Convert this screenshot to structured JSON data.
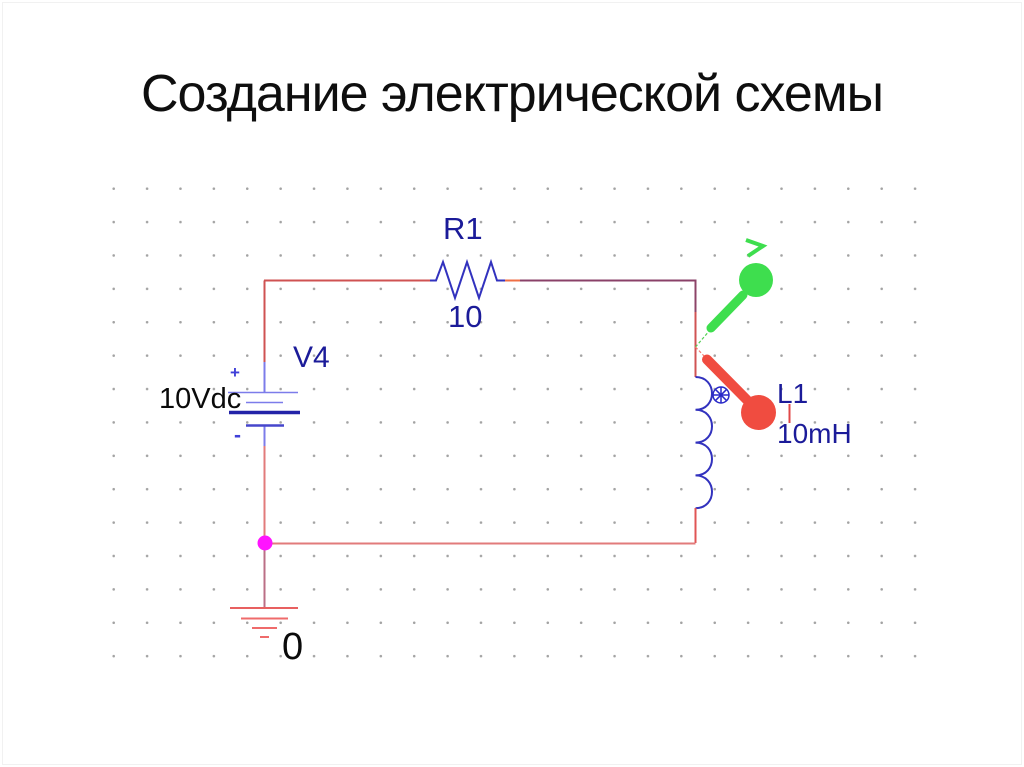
{
  "slide": {
    "title": "Создание электрической схемы"
  },
  "schematic": {
    "resistor": {
      "ref": "R1",
      "value": "10"
    },
    "voltage_source": {
      "ref": "V4",
      "value": "10Vdc",
      "plus_sign": "+",
      "minus_sign": "-"
    },
    "inductor": {
      "ref": "L1",
      "value": "10mH"
    },
    "ground": {
      "label": "0"
    },
    "markers": {
      "current_marker_glyph": ">"
    }
  },
  "colors": {
    "wire_red": "#cf5252",
    "wire_purple": "#8a4168",
    "wire_salmon": "#e27b7b",
    "wire_mauve": "#bb6f86",
    "symbol_blue": "#3232be",
    "battery_terminal_blue": "#7c7cea",
    "battery_plate_navy": "#2323a8",
    "label_navy": "#1b1b99",
    "junction_magenta": "#ff14ff",
    "marker_green": "#3ede4e",
    "marker_red": "#f04c40",
    "ground_red": "#e86060",
    "text_black": "#0e0e0e"
  }
}
